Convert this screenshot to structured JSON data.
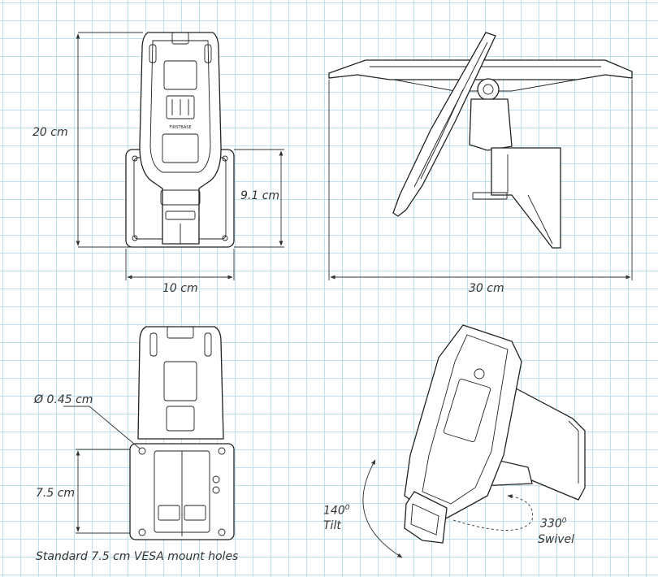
{
  "labels": {
    "height_front": "20 cm",
    "base_height": "9.1 cm",
    "width_front": "10 cm",
    "length_side": "30 cm",
    "hole_diameter": "Ø 0.45 cm",
    "vesa_spacing": "7.5 cm",
    "vesa_caption": "Standard 7.5 cm VESA mount holes",
    "tilt_value": "140",
    "tilt_unit": "0",
    "tilt_word": "Tilt",
    "swivel_value": "330",
    "swivel_unit": "0",
    "swivel_word": "Swivel",
    "brand_text": "FIRSTBASE"
  },
  "colors": {
    "grid": "#bfe0ee",
    "line": "#222222",
    "background": "#ffffff"
  }
}
